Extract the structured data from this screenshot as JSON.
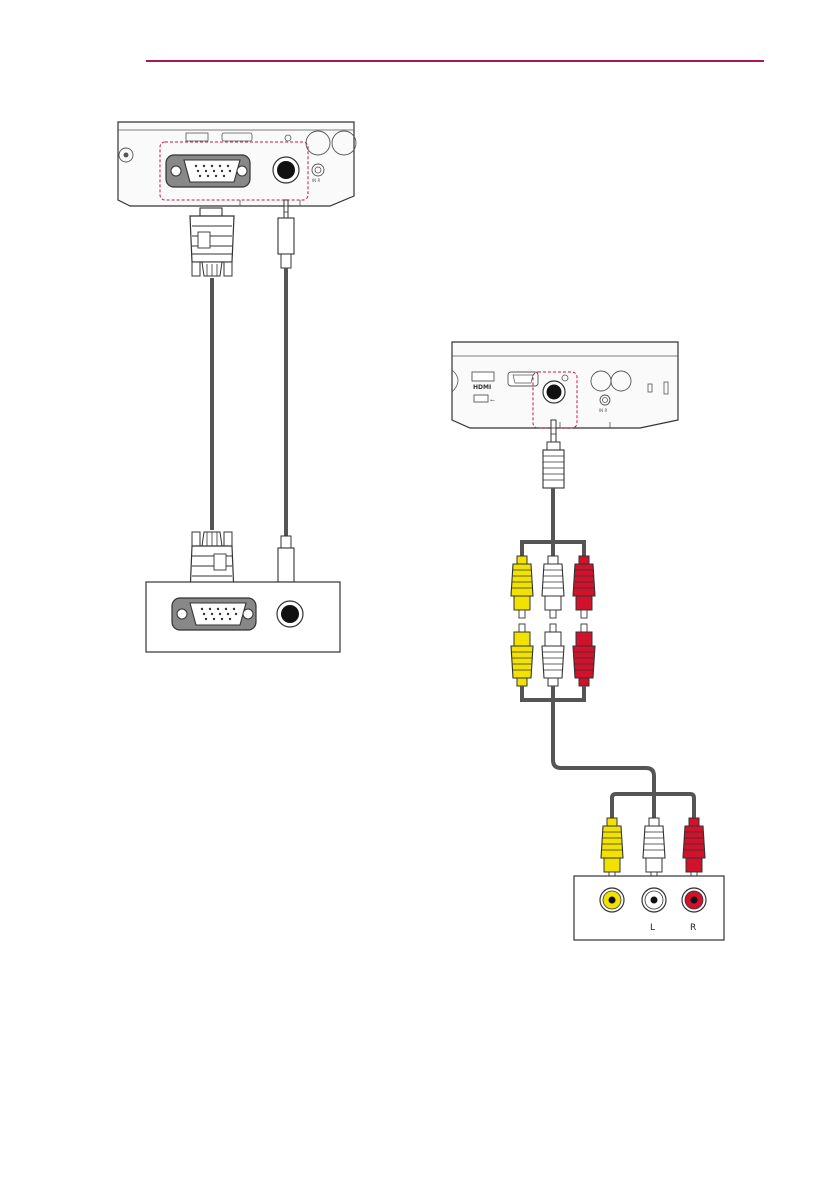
{
  "colors": {
    "accent": "#a3195b",
    "outline": "#333333",
    "cable": "#555555",
    "device_fill": "#f8f8f8",
    "yellow": "#f2e200",
    "white": "#ffffff",
    "red": "#d0122c",
    "dashed": "#c2185b"
  },
  "labels": {
    "hdmi": "HDMI",
    "usb_symbol": "⭠",
    "av_left": "L",
    "av_right": "R",
    "proj_small": "IN  R"
  }
}
